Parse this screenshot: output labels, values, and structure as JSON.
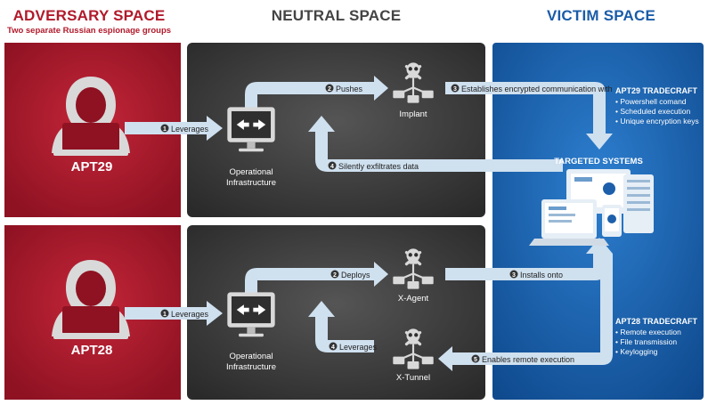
{
  "headers": {
    "adversary": "ADVERSARY SPACE",
    "adversary_sub": "Two separate Russian espionage groups",
    "neutral": "NEUTRAL SPACE",
    "victim": "VICTIM SPACE"
  },
  "groups": {
    "apt29": "APT29",
    "apt28": "APT28"
  },
  "top": {
    "step1": "Leverages",
    "step2": "Pushes",
    "step3": "Establishes encrypted communication with",
    "step4": "Silently exfiltrates data",
    "implant": "Implant",
    "infra_line1": "Operational",
    "infra_line2": "Infrastructure"
  },
  "bottom": {
    "step1": "Leverages",
    "step2": "Deploys",
    "step3": "Installs onto",
    "step4": "Leverages",
    "step5": "Enables remote execution",
    "xagent": "X-Agent",
    "xtunnel": "X-Tunnel",
    "infra_line1": "Operational",
    "infra_line2": "Infrastructure"
  },
  "step_numbers": {
    "n1": "1",
    "n2": "2",
    "n3": "3",
    "n4": "4",
    "n5": "5"
  },
  "victim": {
    "targeted": "TARGETED SYSTEMS",
    "apt29_tradecraft": {
      "title": "APT29 TRADECRAFT",
      "items": [
        "Powershell comand",
        "Scheduled execution",
        "Unique encryption keys"
      ]
    },
    "apt28_tradecraft": {
      "title": "APT28 TRADECRAFT",
      "items": [
        "Remote execution",
        "File transmission",
        "Keylogging"
      ]
    }
  },
  "colors": {
    "adversary_red": "#a5192b",
    "neutral_gray": "#3a3a3a",
    "victim_blue": "#1d5faa",
    "arrow": "#cfe0ef"
  },
  "icons": [
    "hacker-icon",
    "monitor-arrows-icon",
    "skull-network-icon",
    "computer-cluster-icon"
  ]
}
